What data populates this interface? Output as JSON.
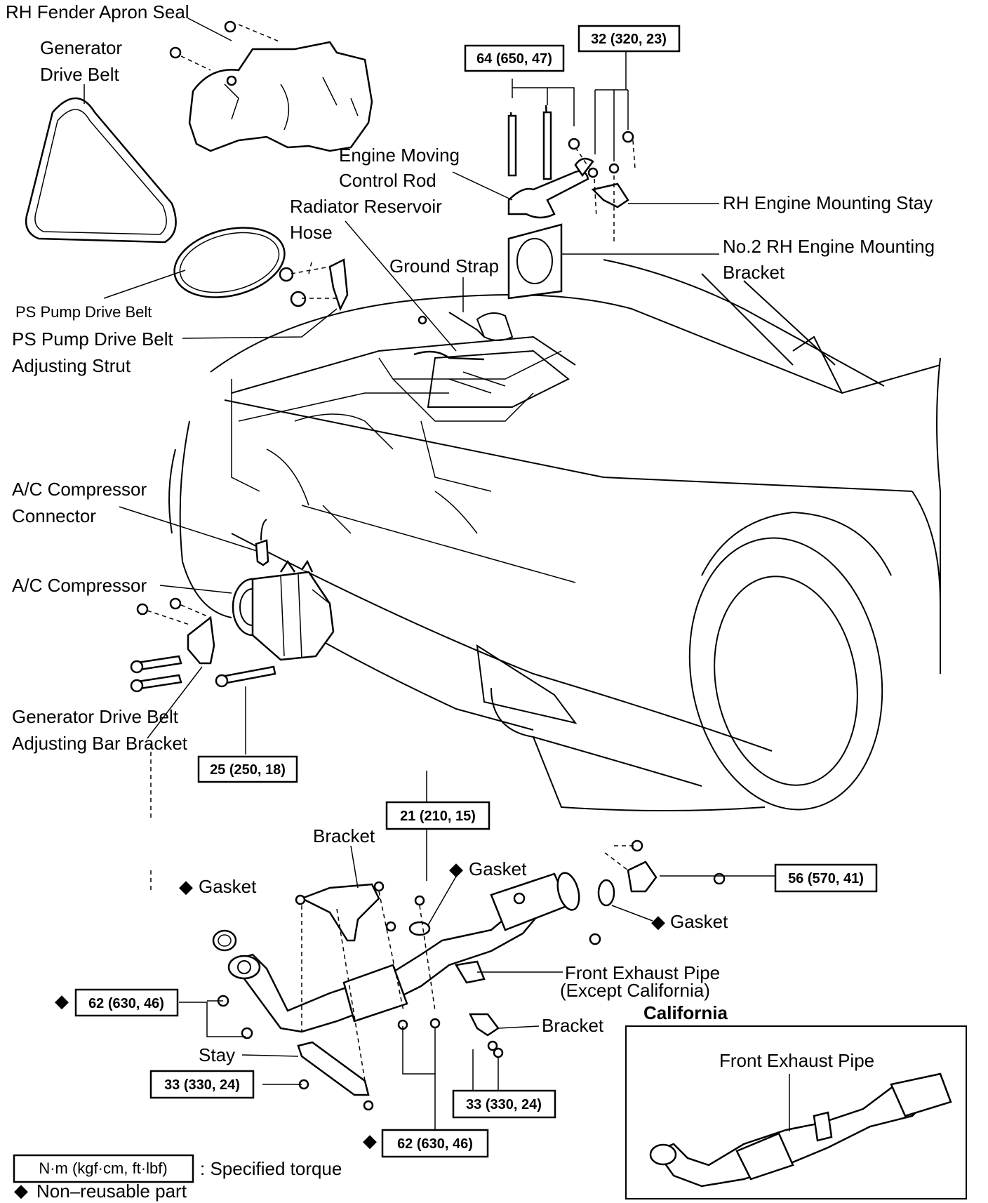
{
  "labels": {
    "rh_fender_apron_seal": "RH Fender Apron Seal",
    "generator_drive_belt_1": "Generator",
    "generator_drive_belt_2": "Drive Belt",
    "engine_moving_control_rod_1": "Engine Moving",
    "engine_moving_control_rod_2": "Control Rod",
    "radiator_reservoir_hose_1": "Radiator Reservoir",
    "radiator_reservoir_hose_2": "Hose",
    "rh_engine_mounting_stay": "RH Engine Mounting Stay",
    "no2_rh_engine_mounting_bracket_1": "No.2 RH Engine Mounting",
    "no2_rh_engine_mounting_bracket_2": "Bracket",
    "ground_strap": "Ground Strap",
    "ps_pump_drive_belt": "PS Pump Drive Belt",
    "ps_pump_adjusting_strut_1": "PS Pump Drive Belt",
    "ps_pump_adjusting_strut_2": "Adjusting Strut",
    "ac_compressor_connector_1": "A/C Compressor",
    "ac_compressor_connector_2": "Connector",
    "ac_compressor": "A/C Compressor",
    "generator_adjusting_bar_bracket_1": "Generator Drive Belt",
    "generator_adjusting_bar_bracket_2": "Adjusting Bar Bracket",
    "bracket_top": "Bracket",
    "gasket_left": "Gasket",
    "gasket_center": "Gasket",
    "gasket_right": "Gasket",
    "front_exhaust_pipe_1": "Front Exhaust Pipe",
    "front_exhaust_pipe_2": "(Except California)",
    "bracket_right": "Bracket",
    "stay": "Stay",
    "california": "California",
    "front_exhaust_pipe_california": "Front Exhaust Pipe"
  },
  "torques": {
    "t64": "64 (650, 47)",
    "t32": "32 (320, 23)",
    "t25": "25 (250, 18)",
    "t21": "21 (210, 15)",
    "t56": "56 (570, 41)",
    "t62_left": "62 (630, 46)",
    "t33_left": "33 (330, 24)",
    "t33_right": "33 (330, 24)",
    "t62_bottom": "62 (630, 46)"
  },
  "legend": {
    "torque_unit": "N·m (kgf·cm, ft·lbf)",
    "torque_desc": ": Specified torque",
    "nonreusable": "Non–reusable part"
  },
  "symbols": {
    "nonreusable_marker": "◆"
  }
}
